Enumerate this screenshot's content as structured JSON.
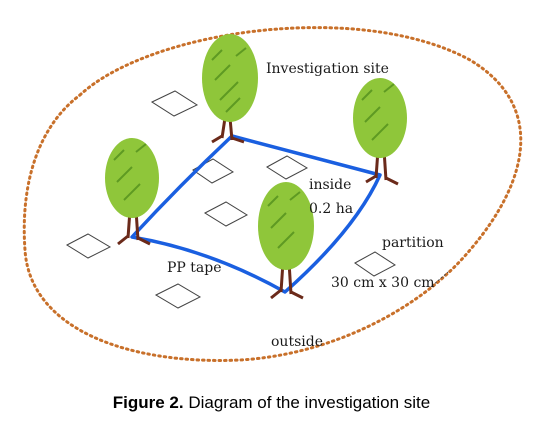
{
  "labels": {
    "investigation_site": "Investigation site",
    "inside": "inside",
    "area": "0.2 ha",
    "partition": "partition",
    "partition_size": "30 cm x 30 cm",
    "pp_tape": "PP tape",
    "outside": "outside"
  },
  "caption": {
    "prefix": "Figure 2.",
    "text": " Diagram of the investigation site"
  },
  "colors": {
    "boundary_dots": "#c8702a",
    "tape": "#1a5fe0",
    "foliage": "#8fc63a",
    "foliage_dark": "#5e9a22",
    "trunk": "#6b2a1a"
  }
}
